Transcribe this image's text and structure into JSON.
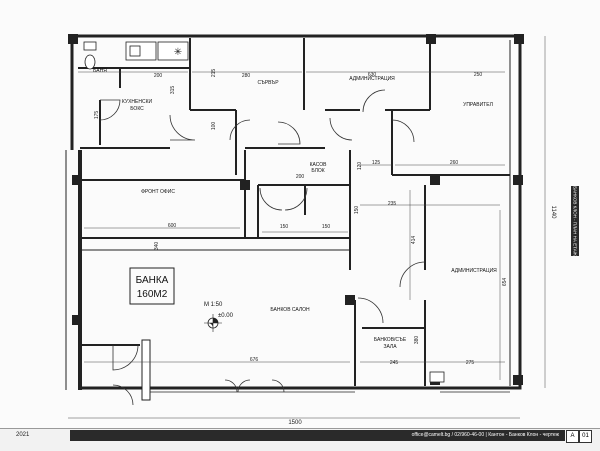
{
  "rooms": {
    "bathroom": "БАНЯ",
    "kitchen_line1": "КУХНЕНСКИ",
    "kitchen_line2": "БОКС",
    "server": "СЪРВЪР",
    "administration_top": "АДМИНИСТРАЦИЯ",
    "manager": "УПРАВИТЕЛ",
    "cash_line1": "КАСОВ",
    "cash_line2": "БЛОК",
    "front_office": "ФРОНТ ОФИС",
    "administration_right": "АДМИНИСТРАЦИЯ",
    "bank_hall": "БАНКОВ САЛОН",
    "vault_line1": "БАНКОВ/СЪЕ",
    "vault_line2": "ЗАЛА"
  },
  "stamp": {
    "line1": "БАНКА",
    "line2": "160М2"
  },
  "scale": {
    "ratio": "М 1:50",
    "level": "±0.00"
  },
  "dimensions": {
    "d200_a": "200",
    "d215": "215",
    "d280": "280",
    "d630": "630",
    "d250": "250",
    "d315": "315",
    "d175": "175",
    "d100": "100",
    "d125": "125",
    "d260": "260",
    "d120": "120",
    "d200_b": "200",
    "d235": "235",
    "d150_v": "150",
    "d600": "600",
    "d150_a": "150",
    "d150_b": "150",
    "d414": "414",
    "d340": "340",
    "d654": "654",
    "d380": "380",
    "d676": "676",
    "d245": "245",
    "d275": "275",
    "overall_width": "1500",
    "overall_height": "1140"
  },
  "footer": {
    "year": "2021",
    "contact": "office@camelt.bg / 02/960-46-00 | Кантон - Банков Клон - чертеж",
    "sheet_letter": "A",
    "sheet_number": "01"
  },
  "side_tab": "БАНКОВ КЛОН - ПЛАН НА ЕТАЖ"
}
